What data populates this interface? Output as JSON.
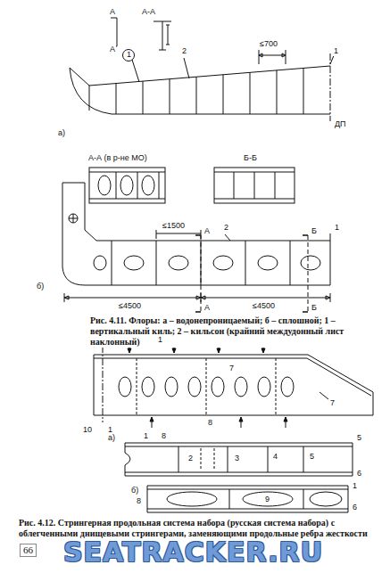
{
  "diagram": {
    "labels": [
      "А",
      "А-А",
      "А",
      "1",
      "2",
      "≤700",
      "1",
      "ДП",
      "а)",
      "А-А (в р-не МО)",
      "Б-Б",
      "≤1500",
      "А",
      "2",
      "Б",
      "1",
      "≤4500",
      "А",
      "≤4500",
      "Б",
      "б)",
      "Рис. 4.11. Флоры: а – водонепроницаемый; б – сплошной; 1 – вертикальный киль; 2 – кильсон (крайний междудонный лист наклонный)",
      "1",
      "7",
      "7",
      "8",
      "10",
      "1",
      "а)",
      "1",
      "8",
      "2",
      "3",
      "4",
      "5",
      "5",
      "6",
      "б)",
      "8",
      "1",
      "9",
      "6",
      "Рис. 4.12. Стрингерная продольная система набора (русская система набора) с облегченными днищевыми стрингерами, заменяющими продольные ребра жесткости",
      "66",
      "SEATRACKER.RU"
    ]
  }
}
